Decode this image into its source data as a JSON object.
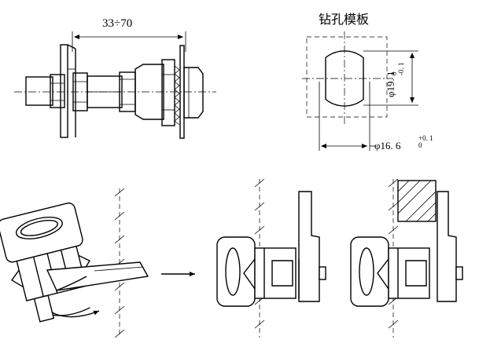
{
  "dimensions": {
    "clamp_range": "33÷70",
    "hole_dia_vertical": "φ19. 1",
    "hole_dia_vertical_tol_upper": "0",
    "hole_dia_vertical_tol_lower": "-0. 1",
    "hole_dia_horizontal": "φ16. 6",
    "hole_dia_horizontal_tol_upper": "+0. 1",
    "hole_dia_horizontal_tol_lower": "0"
  },
  "labels": {
    "panel_template_title": "钻孔模板"
  },
  "colors": {
    "line": "#000000",
    "background": "#ffffff"
  }
}
